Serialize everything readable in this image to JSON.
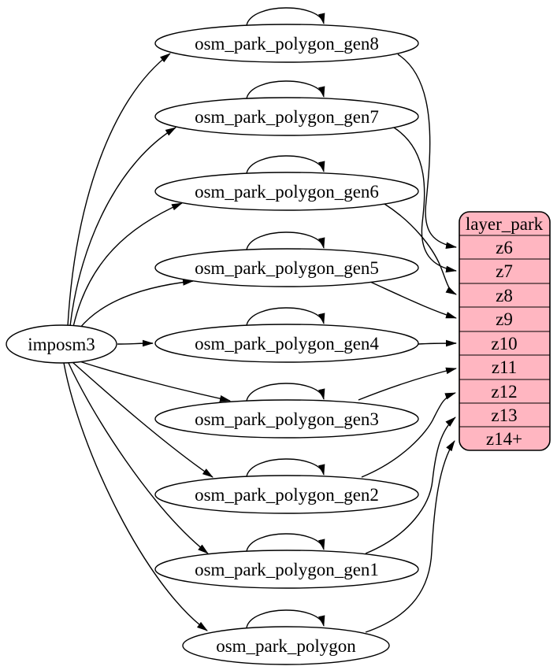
{
  "diagram": {
    "source_node": {
      "label": "imposm3"
    },
    "tables": [
      {
        "label": "osm_park_polygon_gen8",
        "feeds": "z6",
        "self_loop": true
      },
      {
        "label": "osm_park_polygon_gen7",
        "feeds": "z7",
        "self_loop": true
      },
      {
        "label": "osm_park_polygon_gen6",
        "feeds": "z8",
        "self_loop": true
      },
      {
        "label": "osm_park_polygon_gen5",
        "feeds": "z9",
        "self_loop": true
      },
      {
        "label": "osm_park_polygon_gen4",
        "feeds": "z10",
        "self_loop": true
      },
      {
        "label": "osm_park_polygon_gen3",
        "feeds": "z11",
        "self_loop": true
      },
      {
        "label": "osm_park_polygon_gen2",
        "feeds": "z12",
        "self_loop": true
      },
      {
        "label": "osm_park_polygon_gen1",
        "feeds": "z13",
        "self_loop": true
      },
      {
        "label": "osm_park_polygon",
        "feeds": "z14+",
        "self_loop": true
      }
    ],
    "layer_table": {
      "title": "layer_park",
      "rows": [
        "z6",
        "z7",
        "z8",
        "z9",
        "z10",
        "z11",
        "z12",
        "z13",
        "z14+"
      ]
    },
    "colors": {
      "layer_fill": "#ffb6c1",
      "node_fill": "#ffffff",
      "stroke": "#000000"
    }
  }
}
